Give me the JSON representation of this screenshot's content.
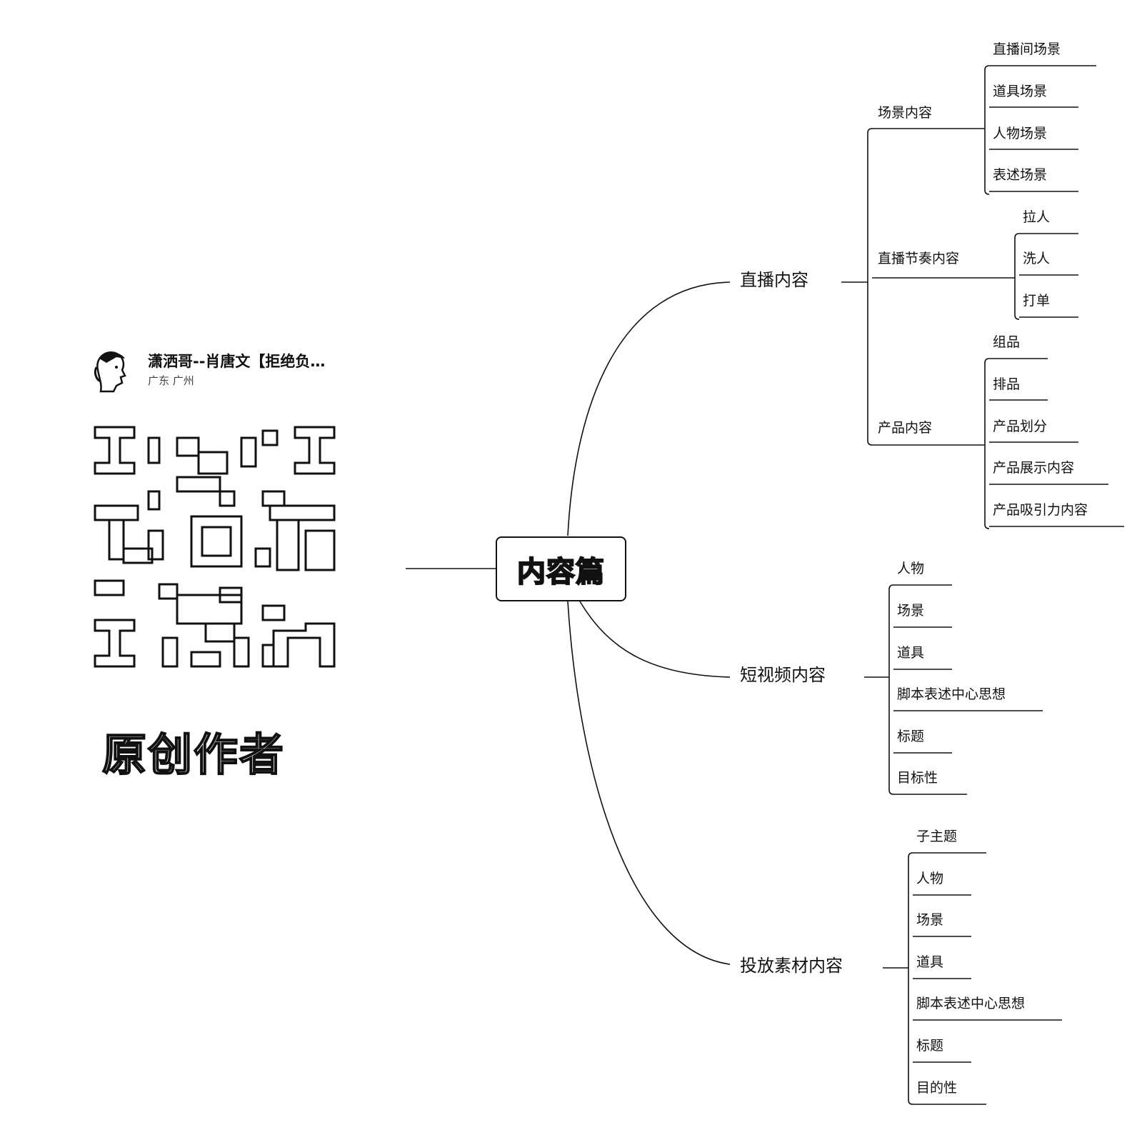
{
  "root": "内容篇",
  "author_card": {
    "name": "潇洒哥--肖唐文【拒绝负…",
    "location": "广东 广州",
    "badge": "原创作者"
  },
  "branches": [
    {
      "label": "直播内容",
      "children": [
        {
          "label": "场景内容",
          "children": [
            "直播间场景",
            "道具场景",
            "人物场景",
            "表述场景"
          ]
        },
        {
          "label": "直播节奏内容",
          "children": [
            "拉人",
            "洗人",
            "打单"
          ]
        },
        {
          "label": "产品内容",
          "children": [
            "组品",
            "排品",
            "产品划分",
            "产品展示内容",
            "产品吸引力内容"
          ]
        }
      ]
    },
    {
      "label": "短视频内容",
      "children": [
        "人物",
        "场景",
        "道具",
        "脚本表述中心思想",
        "标题",
        "目标性"
      ]
    },
    {
      "label": "投放素材内容",
      "children": [
        "子主题",
        "人物",
        "场景",
        "道具",
        "脚本表述中心思想",
        "标题",
        "目的性"
      ]
    }
  ]
}
